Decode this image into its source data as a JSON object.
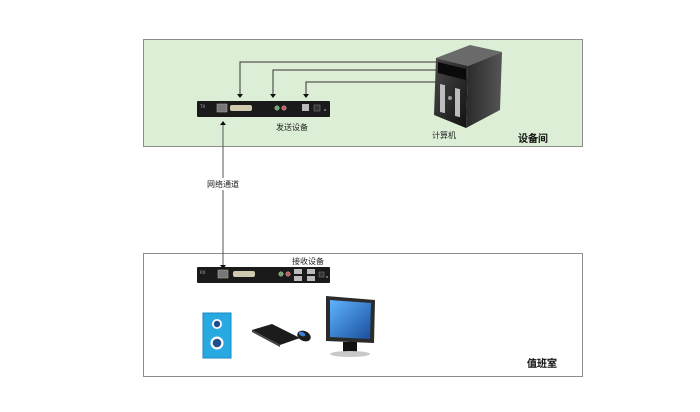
{
  "diagram": {
    "zones": {
      "equipment_room": {
        "label": "设备间",
        "background": "#dcefd6"
      },
      "duty_room": {
        "label": "值班室",
        "background": "#ffffff"
      }
    },
    "devices": {
      "transmitter": {
        "label": "发送设备",
        "tag": "TX"
      },
      "receiver": {
        "label": "接收设备",
        "tag": "RX"
      },
      "computer": {
        "label": "计算机"
      }
    },
    "links": {
      "network_channel": {
        "label": "网络通道"
      }
    },
    "peripherals": [
      "speaker",
      "keyboard",
      "mouse",
      "monitor"
    ],
    "colors": {
      "line": "#333333",
      "device_body": "#1a1a1a",
      "speaker": "#29a9e1",
      "monitor_screen": "#2a7fd0"
    }
  }
}
